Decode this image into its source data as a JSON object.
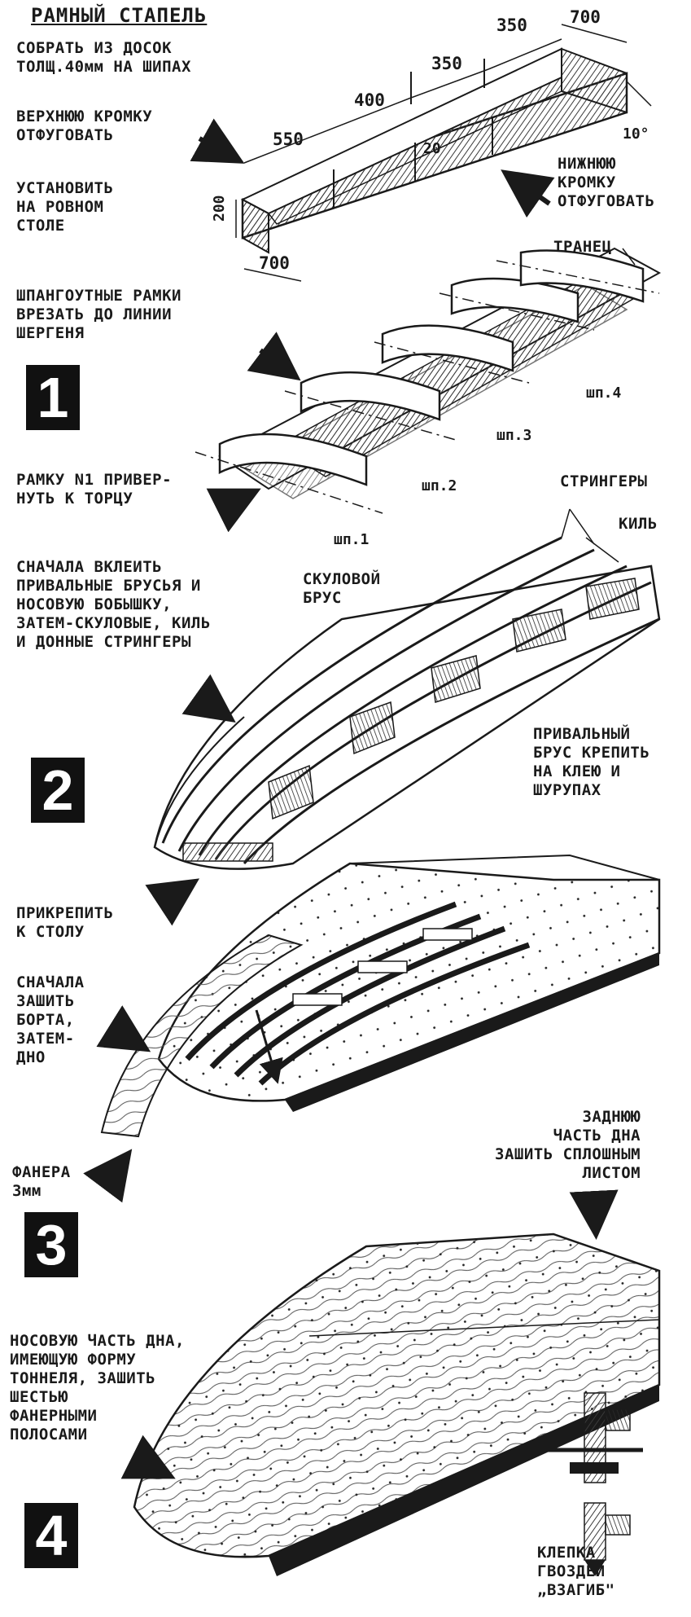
{
  "title": "РАМНЫЙ СТАПЕЛЬ",
  "notes": {
    "assemble": "СОБРАТЬ ИЗ ДОСОК\nТОЛЩ.40мм НА ШИПАХ",
    "top_edge": "ВЕРХНЮЮ КРОМКУ\nОТФУГОВАТЬ",
    "install": "УСТАНОВИТЬ\nНА РОВНОМ\nСТОЛЕ",
    "bottom_edge": "НИЖНЮЮ\nКРОМКУ\nОТФУГОВАТЬ",
    "frames_cut": "ШПАНГОУТНЫЕ РАМКИ\nВРЕЗАТЬ ДО ЛИНИИ\nШЕРГЕНЯ",
    "transom": "ТРАНЕЦ",
    "frame1": "РАМКУ N1 ПРИВЕР-\nНУТЬ К ТОРЦУ",
    "stringers": "СТРИНГЕРЫ",
    "keel": "КИЛЬ",
    "chine": "СКУЛОВОЙ\nБРУС",
    "glue_first": "СНАЧАЛА ВКЛЕИТЬ\nПРИВАЛЬНЫЕ БРУСЬЯ И\nНОСОВУЮ БОБЫШКУ,\nЗАТЕМ-СКУЛОВЫЕ, КИЛЬ\nИ ДОННЫЕ СТРИНГЕРЫ",
    "gunwale": "ПРИВАЛЬНЫЙ\nБРУС КРЕПИТЬ\nНА КЛЕЮ И\nШУРУПАХ",
    "attach": "ПРИКРЕПИТЬ\nК СТОЛУ",
    "sides_first": "СНАЧАЛА\nЗАШИТЬ\nБОРТА,\nЗАТЕМ-\nДНО",
    "plywood": "ФАНЕРА\n3мм",
    "rear_bottom": "ЗАДНЮЮ\nЧАСТЬ ДНА\nЗАШИТЬ СПЛОШНЫМ\nЛИСТОМ",
    "bow_bottom": "НОСОВУЮ ЧАСТЬ ДНА,\nИМЕЮЩУЮ ФОРМУ\nТОННЕЛЯ, ЗАШИТЬ\nШЕСТЬЮ\nФАНЕРНЫМИ\nПОЛОСАМИ",
    "rivet": "КЛЕПКА\nГВОЗДЕЙ\n„ВЗАГИБ\""
  },
  "dimensions": {
    "d550": "550",
    "d400": "400",
    "d350a": "350",
    "d350b": "350",
    "d700top": "700",
    "d20": "20",
    "d200": "200",
    "d700bottom": "700",
    "angle": "10°"
  },
  "frame_labels": {
    "f1": "шп.1",
    "f2": "шп.2",
    "f3": "шп.3",
    "f4": "шп.4"
  },
  "steps": [
    "1",
    "2",
    "3",
    "4"
  ],
  "colors": {
    "ink": "#1a1a1a",
    "paper": "#ffffff",
    "hatch": "#3a3a3a"
  }
}
